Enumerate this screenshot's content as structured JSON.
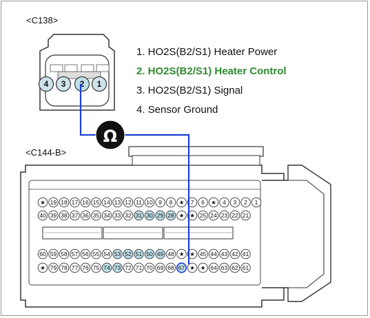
{
  "connectors": {
    "c138": {
      "label": "<C138>",
      "pins": [
        "4",
        "3",
        "2",
        "1"
      ],
      "highlight": [
        "2"
      ]
    },
    "c144": {
      "label": "<C144-B>"
    }
  },
  "legend": [
    {
      "text": "1. HO2S(B2/S1) Heater Power",
      "highlight": false
    },
    {
      "text": "2. HO2S(B2/S1) Heater Control",
      "highlight": true
    },
    {
      "text": "3. HO2S(B2/S1) Signal",
      "highlight": false
    },
    {
      "text": "4. Sensor Ground",
      "highlight": false
    }
  ],
  "meter": {
    "symbol": "Ω"
  },
  "pin_rows": [
    [
      "★",
      "19",
      "18",
      "17",
      "16",
      "15",
      "14",
      "13",
      "12",
      "11",
      "10",
      "9",
      "8",
      "★",
      "7",
      "6",
      "★",
      "4",
      "3",
      "2",
      "1"
    ],
    [
      "40",
      "39",
      "38",
      "37",
      "36",
      "35",
      "34",
      "33",
      "32",
      "31",
      "30",
      "29",
      "28",
      "★",
      "★",
      "25",
      "24",
      "23",
      "22",
      "21"
    ],
    [
      "60",
      "59",
      "58",
      "57",
      "56",
      "55",
      "54",
      "53",
      "52",
      "51",
      "50",
      "49",
      "48",
      "★",
      "★",
      "45",
      "44",
      "43",
      "42",
      "41"
    ],
    [
      "★",
      "79",
      "78",
      "77",
      "76",
      "75",
      "74",
      "73",
      "72",
      "71",
      "70",
      "69",
      "68",
      "67",
      "★",
      "★",
      "64",
      "63",
      "62",
      "61"
    ]
  ],
  "pin_highlights": [
    "31",
    "30",
    "29",
    "28",
    "53",
    "52",
    "51",
    "50",
    "49",
    "74",
    "73",
    "67"
  ],
  "probe_pin": "67",
  "colors": {
    "probe_wire": "#1a3fd6",
    "pin_highlight": "#bfe0ea",
    "legend_highlight": "#2e8b2e",
    "meter_fill": "#111111"
  }
}
